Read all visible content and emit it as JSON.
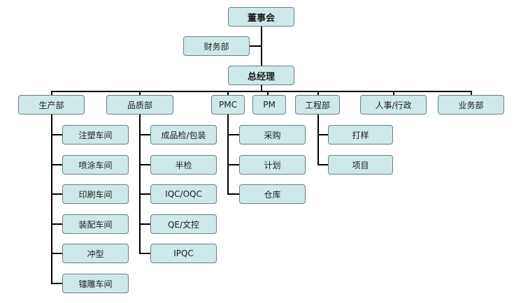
{
  "nodes": {
    "board": "董事会",
    "finance": "财务部",
    "gm": "总经理",
    "production": "生产部",
    "quality": "品质部",
    "pmc": "PMC",
    "pm": "PM",
    "engineering": "工程部",
    "hr": "人事/行政",
    "sales": "业务部",
    "injection": "注塑车间",
    "spraying": "喷涂车间",
    "printing": "印刷车间",
    "assembly": "装配车间",
    "stamping": "冲型",
    "engraving": "镭雕车间",
    "final_inspection": "成品检/包装",
    "semi_inspection": "半检",
    "iqc_oqc": "IQC/OQC",
    "qe_doc": "QE/文控",
    "ipqc": "IPQC",
    "purchasing": "采购",
    "planning": "计划",
    "warehouse": "仓库",
    "sampling": "打样",
    "projects": "项目"
  }
}
